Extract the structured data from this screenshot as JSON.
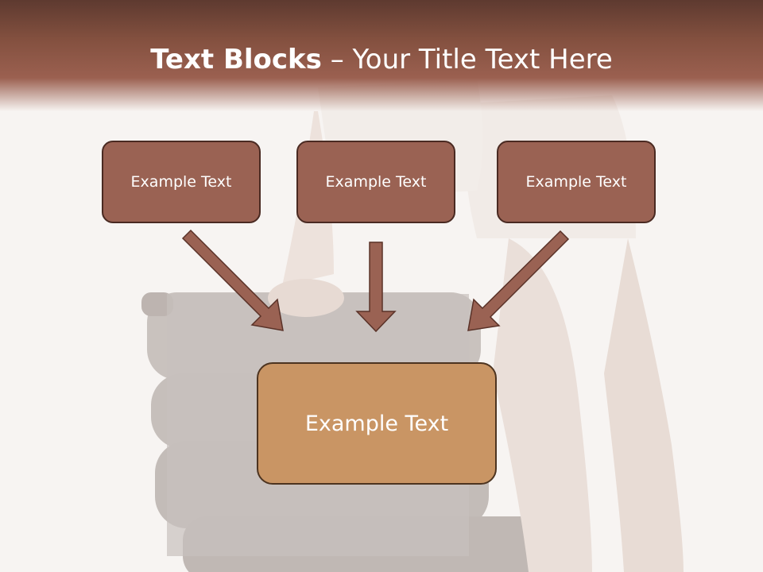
{
  "slide": {
    "title_bold": "Text Blocks",
    "title_separator": " – ",
    "title_rest": "Your Title Text Here"
  },
  "blocks": {
    "top": [
      {
        "label": "Example Text"
      },
      {
        "label": "Example Text"
      },
      {
        "label": "Example Text"
      }
    ],
    "bottom": {
      "label": "Example Text"
    }
  },
  "colors": {
    "header": "#83503f",
    "block_fill": "#9a6253",
    "block_border": "#4a2a22",
    "main_block_fill": "#c99564",
    "arrow_fill": "#9a6253",
    "arrow_stroke": "#5a3228"
  }
}
